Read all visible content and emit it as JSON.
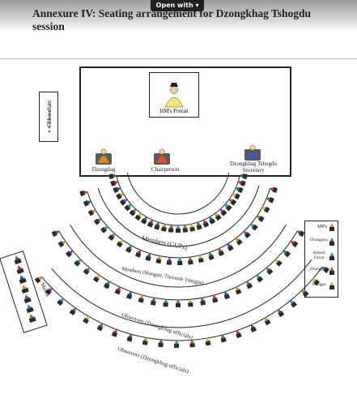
{
  "toolbar": {
    "open_with_label": "Open with",
    "caret": "▾"
  },
  "heading": "Annexure IV: Seating arrangement for Dzongkhag Tshogdu session",
  "chhoesham": "Chhoesham",
  "portrait_label": "HM's Potrait",
  "head_table": [
    {
      "label": "Dzongdag"
    },
    {
      "label": "Chairperson"
    },
    {
      "label": "Dzongkhag Tshogdu Secretary"
    }
  ],
  "rows": {
    "gup": "Members (GUPs)",
    "mangmi": "Members (Mangmi, Thromde Tshogpa)",
    "observers1": "Observers (Dzongkhag officials)",
    "observers2": "Observers (Dzongkhag officials)"
  },
  "media": "Media",
  "side_panel": {
    "mps": "MPs",
    "drangpon": "Drangpon",
    "armed": "Armed Force",
    "dzongrab": "Dzongrab",
    "dungpa": "Dungpa"
  },
  "colors": {
    "chair_orange": "#d9852b",
    "chair_red": "#d84a2e",
    "chair_blue": "#3b5fa8",
    "seat_dark": "#2b2b2b"
  }
}
